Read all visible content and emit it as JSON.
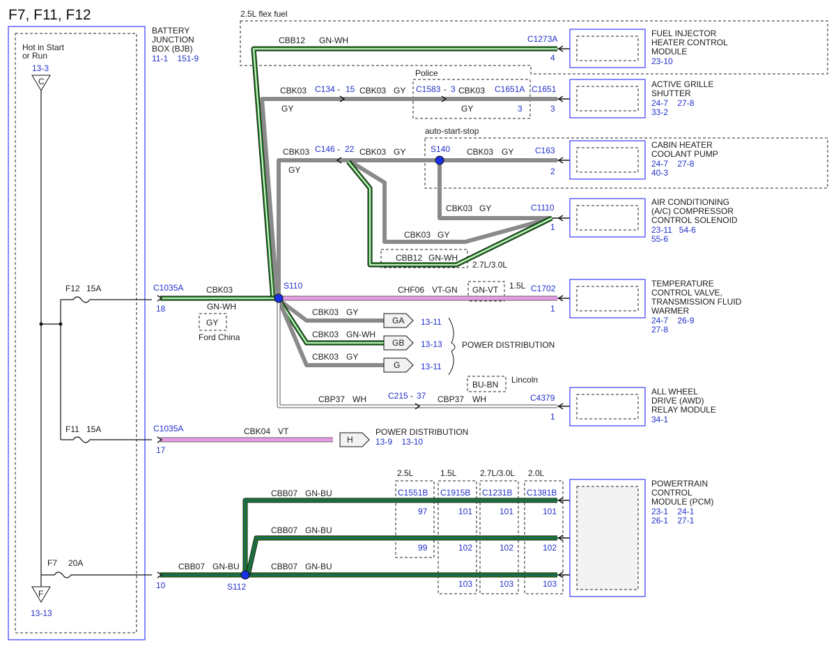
{
  "title": "F7, F11, F12",
  "colors": {
    "gray": "#8a8a8a",
    "green": "#1f8a1f",
    "white_wire": "#ffffff",
    "pink": "#e79be6",
    "blue_text": "#1f2fc8",
    "teal": "#1c5a66",
    "dark": "#111111"
  },
  "bjb": {
    "name": "BATTERY JUNCTION BOX (BJB)",
    "name_l1": "BATTERY",
    "name_l2": "JUNCTION",
    "name_l3": "BOX (BJB)",
    "refs": "11-1    151-9",
    "hot_l1": "Hot in Start",
    "hot_l2": "or Run",
    "top_ref": "13-3",
    "top_letter": "C",
    "bottom_ref": "13-13",
    "bottom_letter": "F"
  },
  "fuses": [
    {
      "name": "F12",
      "rating": "15A"
    },
    {
      "name": "F11",
      "rating": "15A"
    },
    {
      "name": "F7",
      "rating": "20A"
    }
  ],
  "connectors": {
    "c1035a_1": "C1035A",
    "c1035a_1_pin": "18",
    "c1035a_2": "C1035A",
    "c1035a_2_pin": "17",
    "bjb_out_pin": "10",
    "c1273a": "C1273A",
    "c1273a_pin": "4",
    "c134": "C134",
    "c134_dash": "-",
    "c134_pin": "15",
    "c1583": "C1583",
    "c1583_dash": "-",
    "c1583_pin": "3",
    "c1651a": "C1651A",
    "c1651a_pin": "3",
    "c1651": "C1651",
    "c1651_pin": "3",
    "c146": "C146",
    "c146_dash": "-",
    "c146_pin": "22",
    "c163": "C163",
    "c163_pin": "2",
    "c1110": "C1110",
    "c1110_pin": "1",
    "c1702": "C1702",
    "c1702_pin": "1",
    "c215": "C215",
    "c215_dash": "-",
    "c215_pin": "37",
    "c4379": "C4379",
    "c4379_pin": "1",
    "c1551b": "C1551B",
    "c1915b": "C1915B",
    "c1231b": "C1231B",
    "c1381b": "C1381B",
    "c1551b_p1": "97",
    "c1551b_p2": "99",
    "c1915b_p1": "101",
    "c1915b_p2": "102",
    "c1915b_p3": "103",
    "c1231b_p1": "101",
    "c1231b_p2": "102",
    "c1231b_p3": "103",
    "c1381b_p1": "101",
    "c1381b_p2": "102",
    "c1381b_p3": "103"
  },
  "splices": {
    "s110": "S110",
    "s140": "S140",
    "s112": "S112"
  },
  "wires": {
    "cbb12_top": "CBB12",
    "cbb12_top_color": "GN-WH",
    "cbk03_a": "CBK03",
    "cbk03_a_color": "GY",
    "cbk03_b": "CBK03",
    "cbk03_b_color": "GY",
    "cbk03_c": "CBK03",
    "cbk03_c_color": "GY",
    "cbk03_d": "CBK03",
    "cbk03_d_color": "GY",
    "cbk03_e": "CBK03",
    "cbk03_e_color": "GY",
    "cbk03_f": "CBK03",
    "cbk03_f_color": "GY",
    "cbk03_g": "CBK03",
    "cbk03_g_color": "GY",
    "cbk03_h": "CBK03",
    "cbk03_h_color": "GY",
    "cbb12_mid": "CBB12",
    "cbb12_mid_color": "GN-WH",
    "cbk03_main": "CBK03",
    "cbk03_main_color": "GN-WH",
    "chf06": "CHF06",
    "chf06_color": "VT-GN",
    "cbk03_ga": "CBK03",
    "cbk03_ga_color": "GY",
    "cbk03_gb": "CBK03",
    "cbk03_gb_color": "GN-WH",
    "cbk03_g2": "CBK03",
    "cbk03_g2_color": "GY",
    "cbp37_a": "CBP37",
    "cbp37_a_color": "WH",
    "cbp37_b": "CBP37",
    "cbp37_b_color": "WH",
    "cbk04": "CBK04",
    "cbk04_color": "VT",
    "cbb07_a": "CBB07",
    "cbb07_a_color": "GN-BU",
    "cbb07_b": "CBB07",
    "cbb07_b_color": "GN-BU",
    "cbb07_c": "CBB07",
    "cbb07_c_color": "GN-BU",
    "cbb07_d": "CBB07",
    "cbb07_d_color": "GN-BU"
  },
  "options": {
    "flex_fuel": "2.5L flex fuel",
    "police": "Police",
    "auto_start_stop": "auto-start-stop",
    "engine_27_30": "2.7L/3.0L",
    "engine_15": "1.5L",
    "lincoln": "Lincoln",
    "lincoln_color": "BU-BN",
    "ford_china": "Ford China",
    "ford_china_color": "GY",
    "gnvt": "GN-VT",
    "eng_25": "2.5L",
    "eng_15b": "1.5L",
    "eng_2730b": "2.7L/3.0L",
    "eng_20": "2.0L"
  },
  "power_dist": {
    "label": "POWER DISTRIBUTION",
    "ga": "GA",
    "ga_ref": "13-11",
    "gb": "GB",
    "gb_ref": "13-13",
    "g": "G",
    "g_ref": "13-11",
    "h_label": "POWER DISTRIBUTION",
    "h": "H",
    "h_ref": "13-9    13-10"
  },
  "components": [
    {
      "l1": "FUEL INJECTOR",
      "l2": "HEATER CONTROL",
      "l3": "MODULE",
      "refs1": "23-10",
      "refs2": "",
      "refs3": ""
    },
    {
      "l1": "ACTIVE GRILLE",
      "l2": "SHUTTER",
      "l3": "",
      "refs1": "24-7    27-8",
      "refs2": "33-2",
      "refs3": ""
    },
    {
      "l1": "CABIN HEATER",
      "l2": "COOLANT PUMP",
      "l3": "",
      "refs1": "24-7    27-8",
      "refs2": "40-3",
      "refs3": ""
    },
    {
      "l1": "AIR CONDITIONING",
      "l2": "(A/C) COMPRESSOR",
      "l3": "CONTROL SOLENOID",
      "refs1": "23-11   54-6",
      "refs2": "55-6",
      "refs3": ""
    },
    {
      "l1": "TEMPERATURE",
      "l2": "CONTROL VALVE,",
      "l3": "TRANSMISSION FLUID",
      "l4": "WARMER",
      "refs1": "24-7    26-9",
      "refs2": "27-8",
      "refs3": ""
    },
    {
      "l1": "ALL WHEEL",
      "l2": "DRIVE (AWD)",
      "l3": "RELAY MODULE",
      "refs1": "34-1",
      "refs2": "",
      "refs3": ""
    },
    {
      "l1": "POWERTRAIN",
      "l2": "CONTROL",
      "l3": "MODULE (PCM)",
      "refs1": "23-1    24-1",
      "refs2": "26-1    27-1",
      "refs3": ""
    }
  ]
}
